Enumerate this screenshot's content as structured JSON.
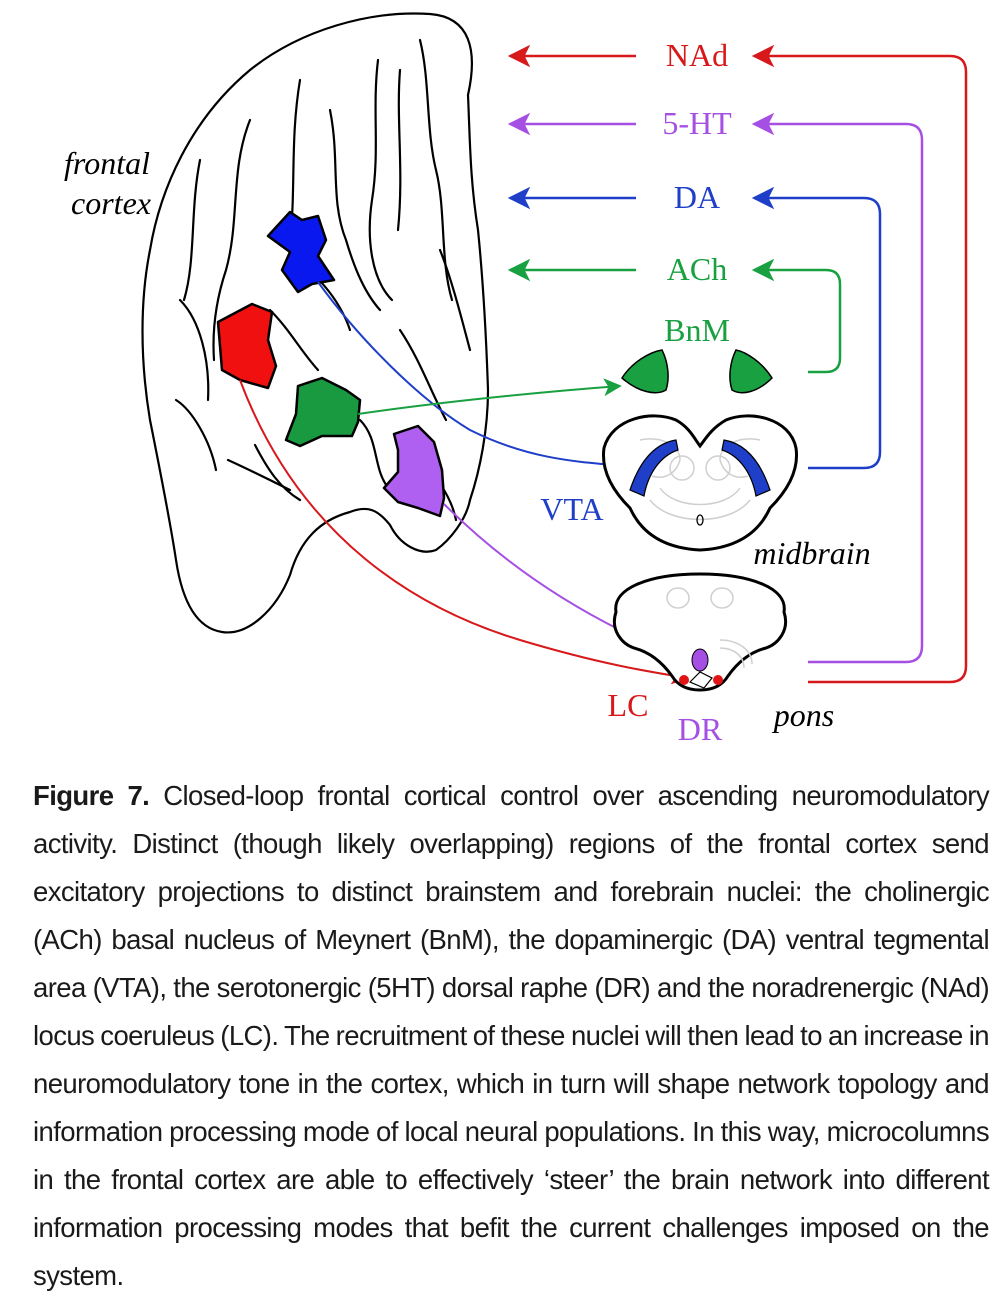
{
  "diagram": {
    "region_labels": {
      "frontal_cortex_line1": "frontal",
      "frontal_cortex_line2": "cortex",
      "midbrain": "midbrain",
      "pons": "pons"
    },
    "neuromodulators": [
      {
        "key": "nad",
        "label": "NAd",
        "color": "#d7191c"
      },
      {
        "key": "5ht",
        "label": "5-HT",
        "color": "#a64fe3"
      },
      {
        "key": "da",
        "label": "DA",
        "color": "#1f3fc8"
      },
      {
        "key": "ach",
        "label": "ACh",
        "color": "#19a040"
      }
    ],
    "nuclei": {
      "bnm": {
        "label": "BnM",
        "color": "#19a040"
      },
      "vta": {
        "label": "VTA",
        "color": "#1f3fc8"
      },
      "lc": {
        "label": "LC",
        "color": "#d7191c"
      },
      "dr": {
        "label": "DR",
        "color": "#a64fe3"
      }
    },
    "cortical_region_colors": {
      "blue": "#0a18f0",
      "red": "#f01010",
      "green": "#1a9a40",
      "purple": "#b060f0"
    }
  },
  "caption": {
    "label": "Figure 7.",
    "text": "Closed-loop frontal cortical control over ascending neuromodulatory activity. Distinct (though likely overlapping) regions of the frontal cortex send excitatory projections to distinct brainstem and forebrain nuclei: the cholinergic (ACh) basal nucleus of Meynert (BnM), the dopaminergic (DA) ventral tegmental area (VTA), the serotonergic (5HT) dorsal raphe (DR) and the noradrenergic (NAd) locus coeruleus (LC). The recruitment of these nuclei will then lead to an increase in neuromodulatory tone in the cortex, which in turn will shape network topology and information processing mode of local neural populations. In this way, microcolumns in the frontal cortex are able to effectively ‘steer’ the brain network into different information processing modes that befit the current challenges imposed on the system."
  }
}
